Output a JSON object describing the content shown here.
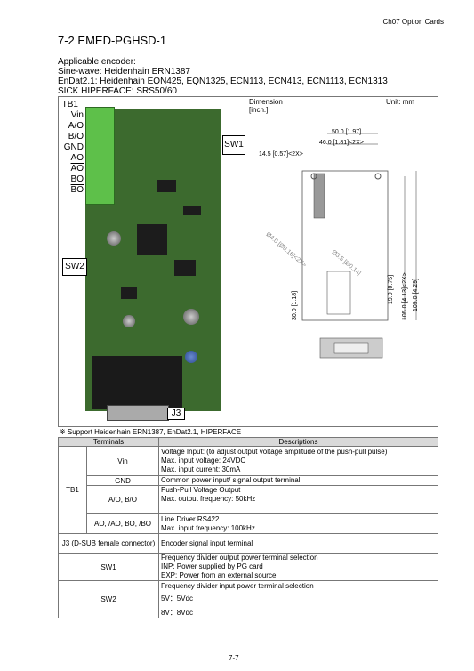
{
  "header": {
    "chapter": "Ch07  Option  Cards"
  },
  "title": "7-2 EMED-PGHSD-1",
  "encoders": [
    "Applicable encoder:",
    "Sine-wave: Heidenhain ERN1387",
    "EnDat2.1: Heidenhain EQN425, EQN1325, ECN113, ECN413, ECN1113, ECN1313",
    "SICK HIPERFACE: SRS50/60"
  ],
  "board": {
    "tb1_label": "TB1",
    "terminals": [
      "Vin",
      "A/O",
      "B/O",
      "GND",
      "AO",
      "AO",
      "BO",
      "BO"
    ],
    "sw1_label": "SW1",
    "sw2_label": "SW2",
    "j3_label": "J3"
  },
  "dimension": {
    "title": "Dimension",
    "unit_note": "[inch.]",
    "unit": "Unit: mm",
    "d1": "50.0 [1.97]",
    "d2": "46.0 [1.81]<2X>",
    "d3": "14.5 [0.57]<2X>",
    "d4": "Ø4.0 [Ø0.16]<2X>",
    "d5": "Ø3.5 [Ø0.14]",
    "d6": "105.0 [4.13]<2X>",
    "d7": "109.0 [4.29]",
    "d8": "19.0 [0.75]",
    "d9": "30.0 [1.18]"
  },
  "support_note": "※  Support Heidenhain ERN1387, EnDat2.1, HIPERFACE",
  "table": {
    "headers": [
      "Terminals",
      "Descriptions"
    ],
    "tb1": "TB1",
    "rows": [
      {
        "terminal": "Vin",
        "desc": [
          "Voltage Input: (to adjust output voltage amplitude of the push-pull pulse)",
          "Max. input voltage: 24VDC",
          "Max. input current: 30mA"
        ]
      },
      {
        "terminal": "GND",
        "desc": [
          "Common power input/ signal output terminal"
        ]
      },
      {
        "terminal": "A/O, B/O",
        "desc": [
          "Push-Pull Voltage Output",
          "Max. output frequency: 50kHz"
        ]
      },
      {
        "terminal": "AO, /AO, BO, /BO",
        "desc": [
          "Line Driver RS422",
          "Max. input frequency: 100kHz"
        ]
      }
    ],
    "j3": {
      "terminal": "J3 (D-SUB female connector)",
      "desc": "Encoder signal input terminal"
    },
    "sw1": {
      "terminal": "SW1",
      "desc": [
        "Frequency divider output power terminal selection",
        "INP: Power supplied by PG card",
        "EXP: Power from    an external source"
      ]
    },
    "sw2": {
      "terminal": "SW2",
      "desc": [
        "Frequency divider input power terminal selection",
        "5V：5Vdc",
        "8V：8Vdc"
      ]
    }
  },
  "page_number": "7-7"
}
